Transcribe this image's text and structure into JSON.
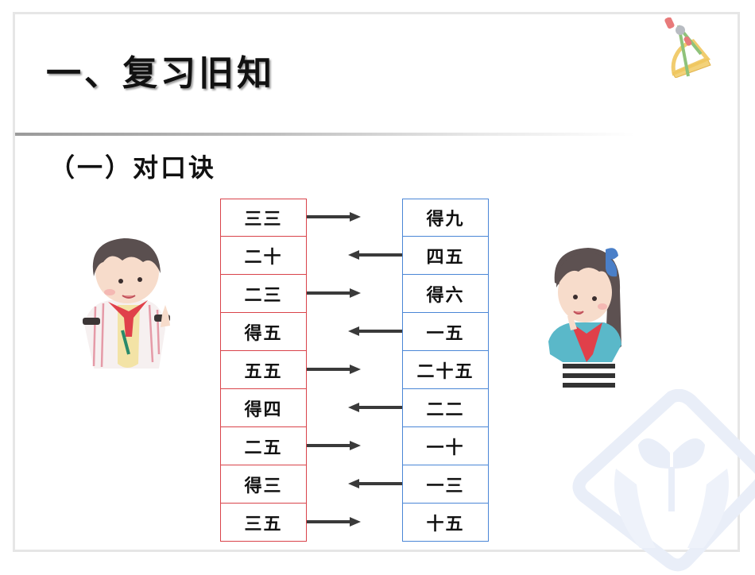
{
  "slide": {
    "title": "一、复习旧知",
    "subtitle": "（一）对口诀"
  },
  "table": {
    "left_label_color": "#d9434a",
    "right_label_color": "#4a86d6",
    "left": [
      "三三",
      "二十",
      "二三",
      "得五",
      "五五",
      "得四",
      "二五",
      "得三",
      "三五"
    ],
    "right": [
      "得九",
      "四五",
      "得六",
      "一五",
      "二十五",
      "二二",
      "一十",
      "一三",
      "十五"
    ],
    "arrows": [
      "right",
      "left",
      "right",
      "left",
      "right",
      "left",
      "right",
      "left",
      "right"
    ]
  },
  "images": {
    "boy": "boy-illustration",
    "girl": "girl-illustration",
    "tools": "compass-protractor-icon",
    "watermark": "hands-sprout-logo"
  }
}
